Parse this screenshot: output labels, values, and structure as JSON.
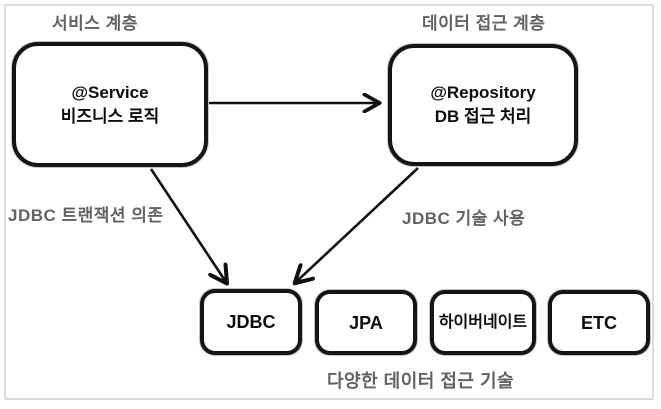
{
  "diagram": {
    "layer_labels": {
      "service_layer": "서비스 계층",
      "data_access_layer": "데이터 접근 계층"
    },
    "nodes": {
      "service": {
        "line1": "@Service",
        "line2": "비즈니스 로직"
      },
      "repository": {
        "line1": "@Repository",
        "line2": "DB 접근 처리"
      }
    },
    "edge_labels": {
      "jdbc_transaction": "JDBC 트랜잭션 의존",
      "jdbc_usage": "JDBC 기술 사용"
    },
    "tech_boxes": [
      {
        "label": "JDBC"
      },
      {
        "label": "JPA"
      },
      {
        "label": "하이버네이트"
      },
      {
        "label": "ETC"
      }
    ],
    "bottom_caption": "다양한 데이터 접근 기술",
    "colors": {
      "box_border": "#151515",
      "label_gray": "#636363",
      "arrow": "#111111",
      "frame_border": "#dcdcdc",
      "background": "#ffffff"
    }
  }
}
